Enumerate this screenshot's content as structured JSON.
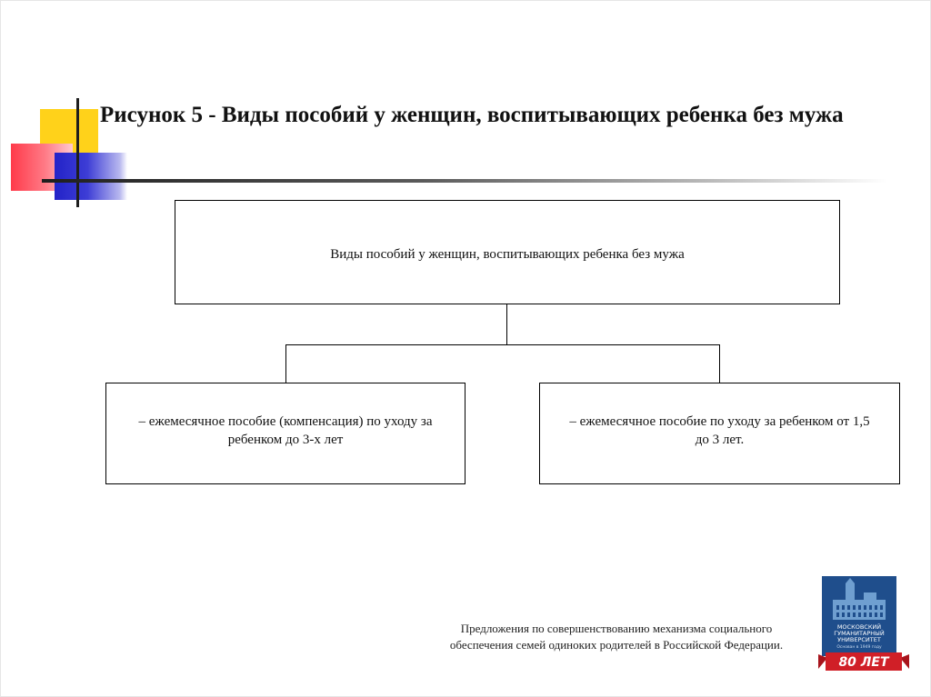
{
  "title": "Рисунок 5 -  Виды пособий у  женщин, воспитывающих ребенка без мужа",
  "diagram": {
    "root": "Виды пособий у  женщин, воспитывающих ребенка без мужа",
    "children": [
      "– ежемесячное пособие (компенсация) по уходу за ребенком до 3-х лет",
      "– ежемесячное пособие по уходу за ребенком от 1,5 до 3 лет."
    ]
  },
  "footer": {
    "line1": "Предложения по совершенствованию механизма социального",
    "line2": "обеспечения семей одиноких родителей в Российской Федерации."
  },
  "logo": {
    "name_line1": "МОСКОВСКИЙ",
    "name_line2": "ГУМАНИТАРНЫЙ",
    "name_line3": "УНИВЕРСИТЕТ",
    "tagline": "Основан в 1949 году",
    "anniversary": "80 ЛЕТ"
  }
}
